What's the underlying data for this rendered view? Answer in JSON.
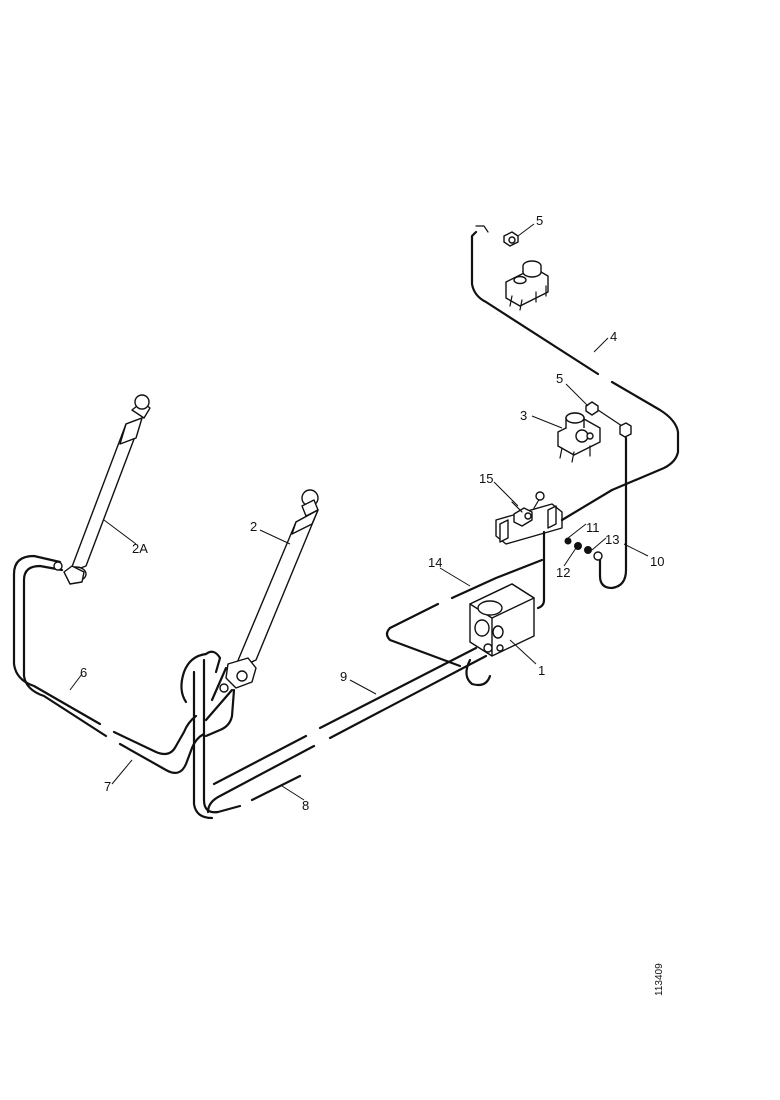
{
  "labels": {
    "l1": "1",
    "l2": "2",
    "l2a": "2A",
    "l3": "3",
    "l4": "4",
    "l5a": "5",
    "l5b": "5",
    "l6": "6",
    "l7": "7",
    "l8": "8",
    "l9": "9",
    "l10": "10",
    "l11": "11",
    "l12": "12",
    "l13": "13",
    "l14": "14",
    "l15": "15"
  },
  "figure_ref": "113409"
}
